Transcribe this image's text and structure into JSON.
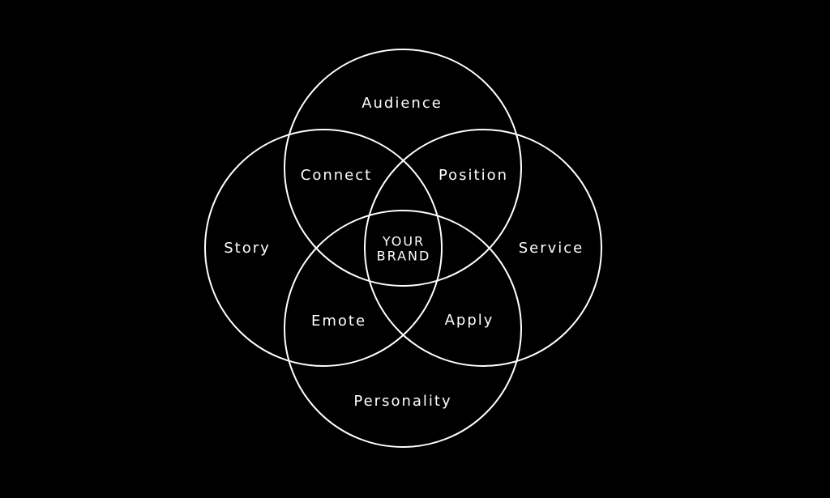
{
  "colors": {
    "background": "#000000",
    "foreground": "#ffffff"
  },
  "diagram": {
    "circles": {
      "top": "Audience",
      "left": "Story",
      "right": "Service",
      "bottom": "Personality"
    },
    "overlaps": {
      "top_left": "Connect",
      "top_right": "Position",
      "bottom_left": "Emote",
      "bottom_right": "Apply"
    },
    "center": {
      "line1": "YOUR",
      "line2": "BRAND"
    }
  }
}
